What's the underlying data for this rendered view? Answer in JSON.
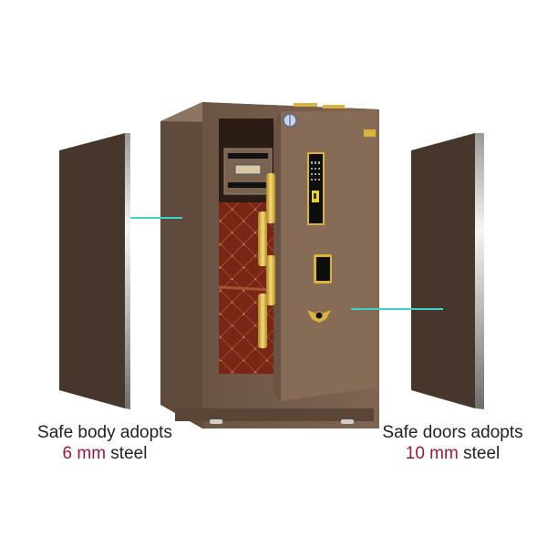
{
  "captions": {
    "left": {
      "line1": "Safe body adopts",
      "value": "6 mm",
      "suffix": " steel"
    },
    "right": {
      "line1": "Safe doors adopts",
      "value": "10 mm",
      "suffix": " steel"
    }
  },
  "colors": {
    "panel": "#46362b",
    "safe_body": "#7d6451",
    "safe_door": "#876c57",
    "gold": "#d8b33e",
    "interior": "#7a2a1a",
    "callout": "#3fd3c8",
    "accent_text": "#a0183a"
  },
  "icons": {
    "keypad": "keypad-icon",
    "fingerprint": "fingerprint-icon",
    "keyhole": "keyhole-icon",
    "handle": "handle-icon"
  }
}
